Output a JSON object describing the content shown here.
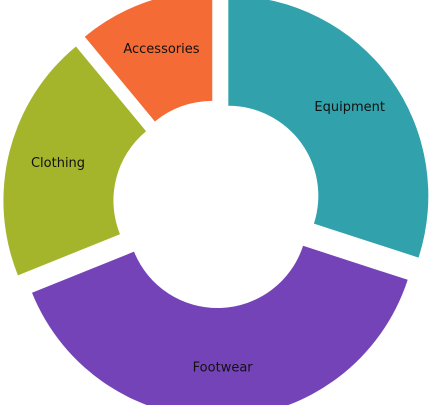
{
  "chart_data": {
    "type": "pie",
    "style": "exploded-donut",
    "categories": [
      "Equipment",
      "Footwear",
      "Clothing",
      "Accessories"
    ],
    "values": [
      30,
      38.9,
      20.1,
      11
    ],
    "colors": [
      "#31a2ac",
      "#7543b8",
      "#a4b52c",
      "#f46b36"
    ],
    "title": "",
    "legend": "none"
  }
}
